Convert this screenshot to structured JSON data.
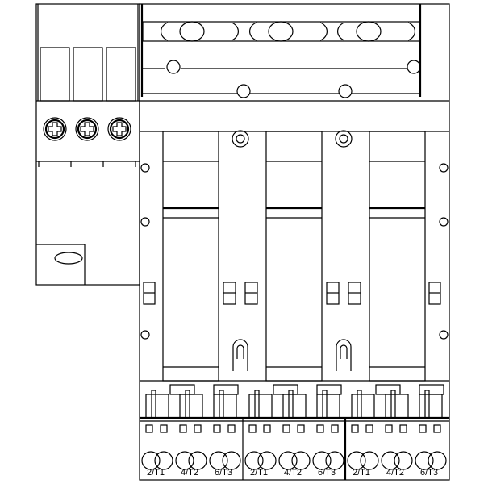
{
  "drawing": {
    "line_color": "#000000",
    "background": "#ffffff",
    "terminal_groups": [
      {
        "labels": [
          "2/T1",
          "4/T2",
          "6/T3"
        ]
      },
      {
        "labels": [
          "2/T1",
          "4/T2",
          "6/T3"
        ]
      },
      {
        "labels": [
          "2/T1",
          "4/T2",
          "6/T3"
        ]
      }
    ],
    "aux_screws": 3,
    "poles": 3
  }
}
